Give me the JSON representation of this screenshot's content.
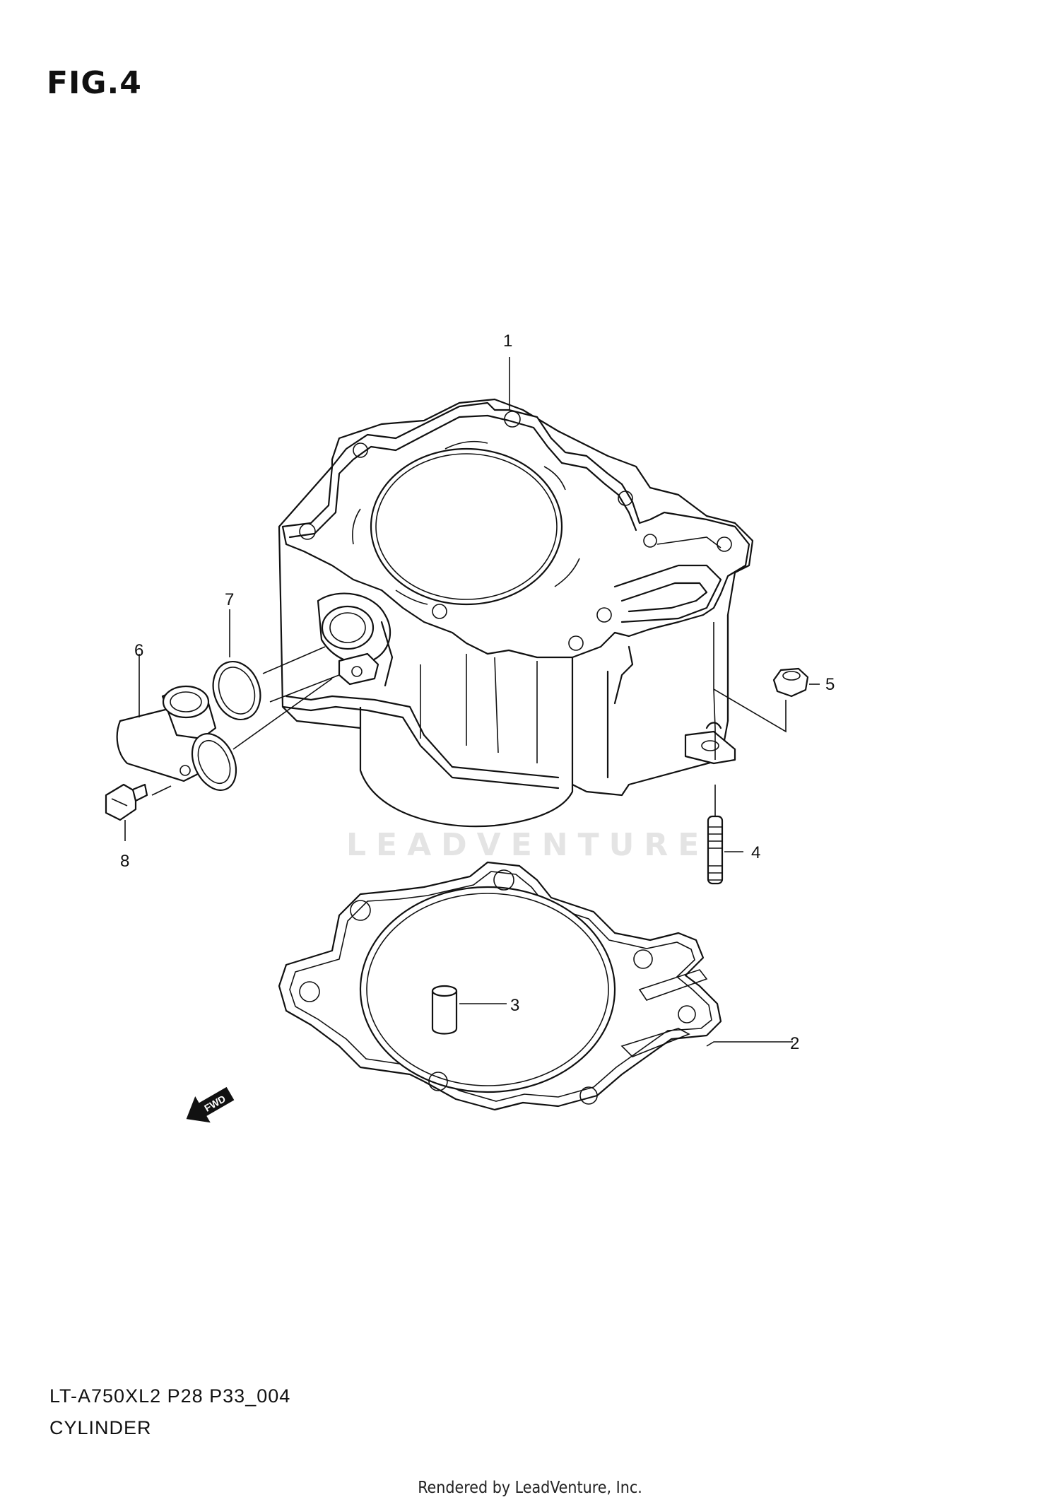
{
  "figure": {
    "title": "FIG.4",
    "code": "LT-A750XL2 P28 P33_004",
    "name": "CYLINDER"
  },
  "callouts": [
    {
      "number": "1",
      "part": "cylinder"
    },
    {
      "number": "2",
      "part": "cylinder-gasket"
    },
    {
      "number": "3",
      "part": "dowel-pin"
    },
    {
      "number": "4",
      "part": "stud-bolt"
    },
    {
      "number": "5",
      "part": "nut"
    },
    {
      "number": "6",
      "part": "water-inlet-pipe"
    },
    {
      "number": "7",
      "part": "o-ring"
    },
    {
      "number": "8",
      "part": "bolt"
    }
  ],
  "fwd_label": "FWD",
  "watermark": "LEADVENTURE",
  "footer": "Rendered by LeadVenture, Inc.",
  "icons": [
    "fwd-arrow-icon",
    "leadventure-logo-icon"
  ]
}
